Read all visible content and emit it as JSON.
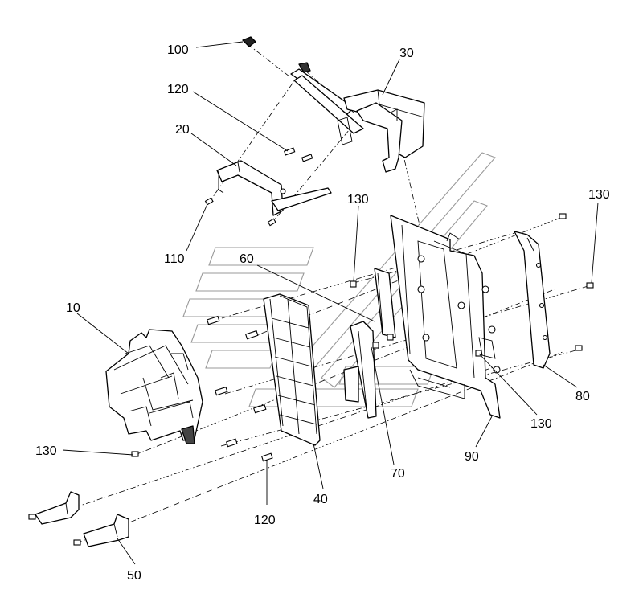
{
  "callouts": {
    "c100": "100",
    "c30": "30",
    "c120_top": "120",
    "c20": "20",
    "c130_mid": "130",
    "c130_right": "130",
    "c110": "110",
    "c60": "60",
    "c10": "10",
    "c80": "80",
    "c130_lower_right": "130",
    "c90": "90",
    "c70": "70",
    "c130_left": "130",
    "c40": "40",
    "c120_bottom": "120",
    "c50": "50"
  }
}
